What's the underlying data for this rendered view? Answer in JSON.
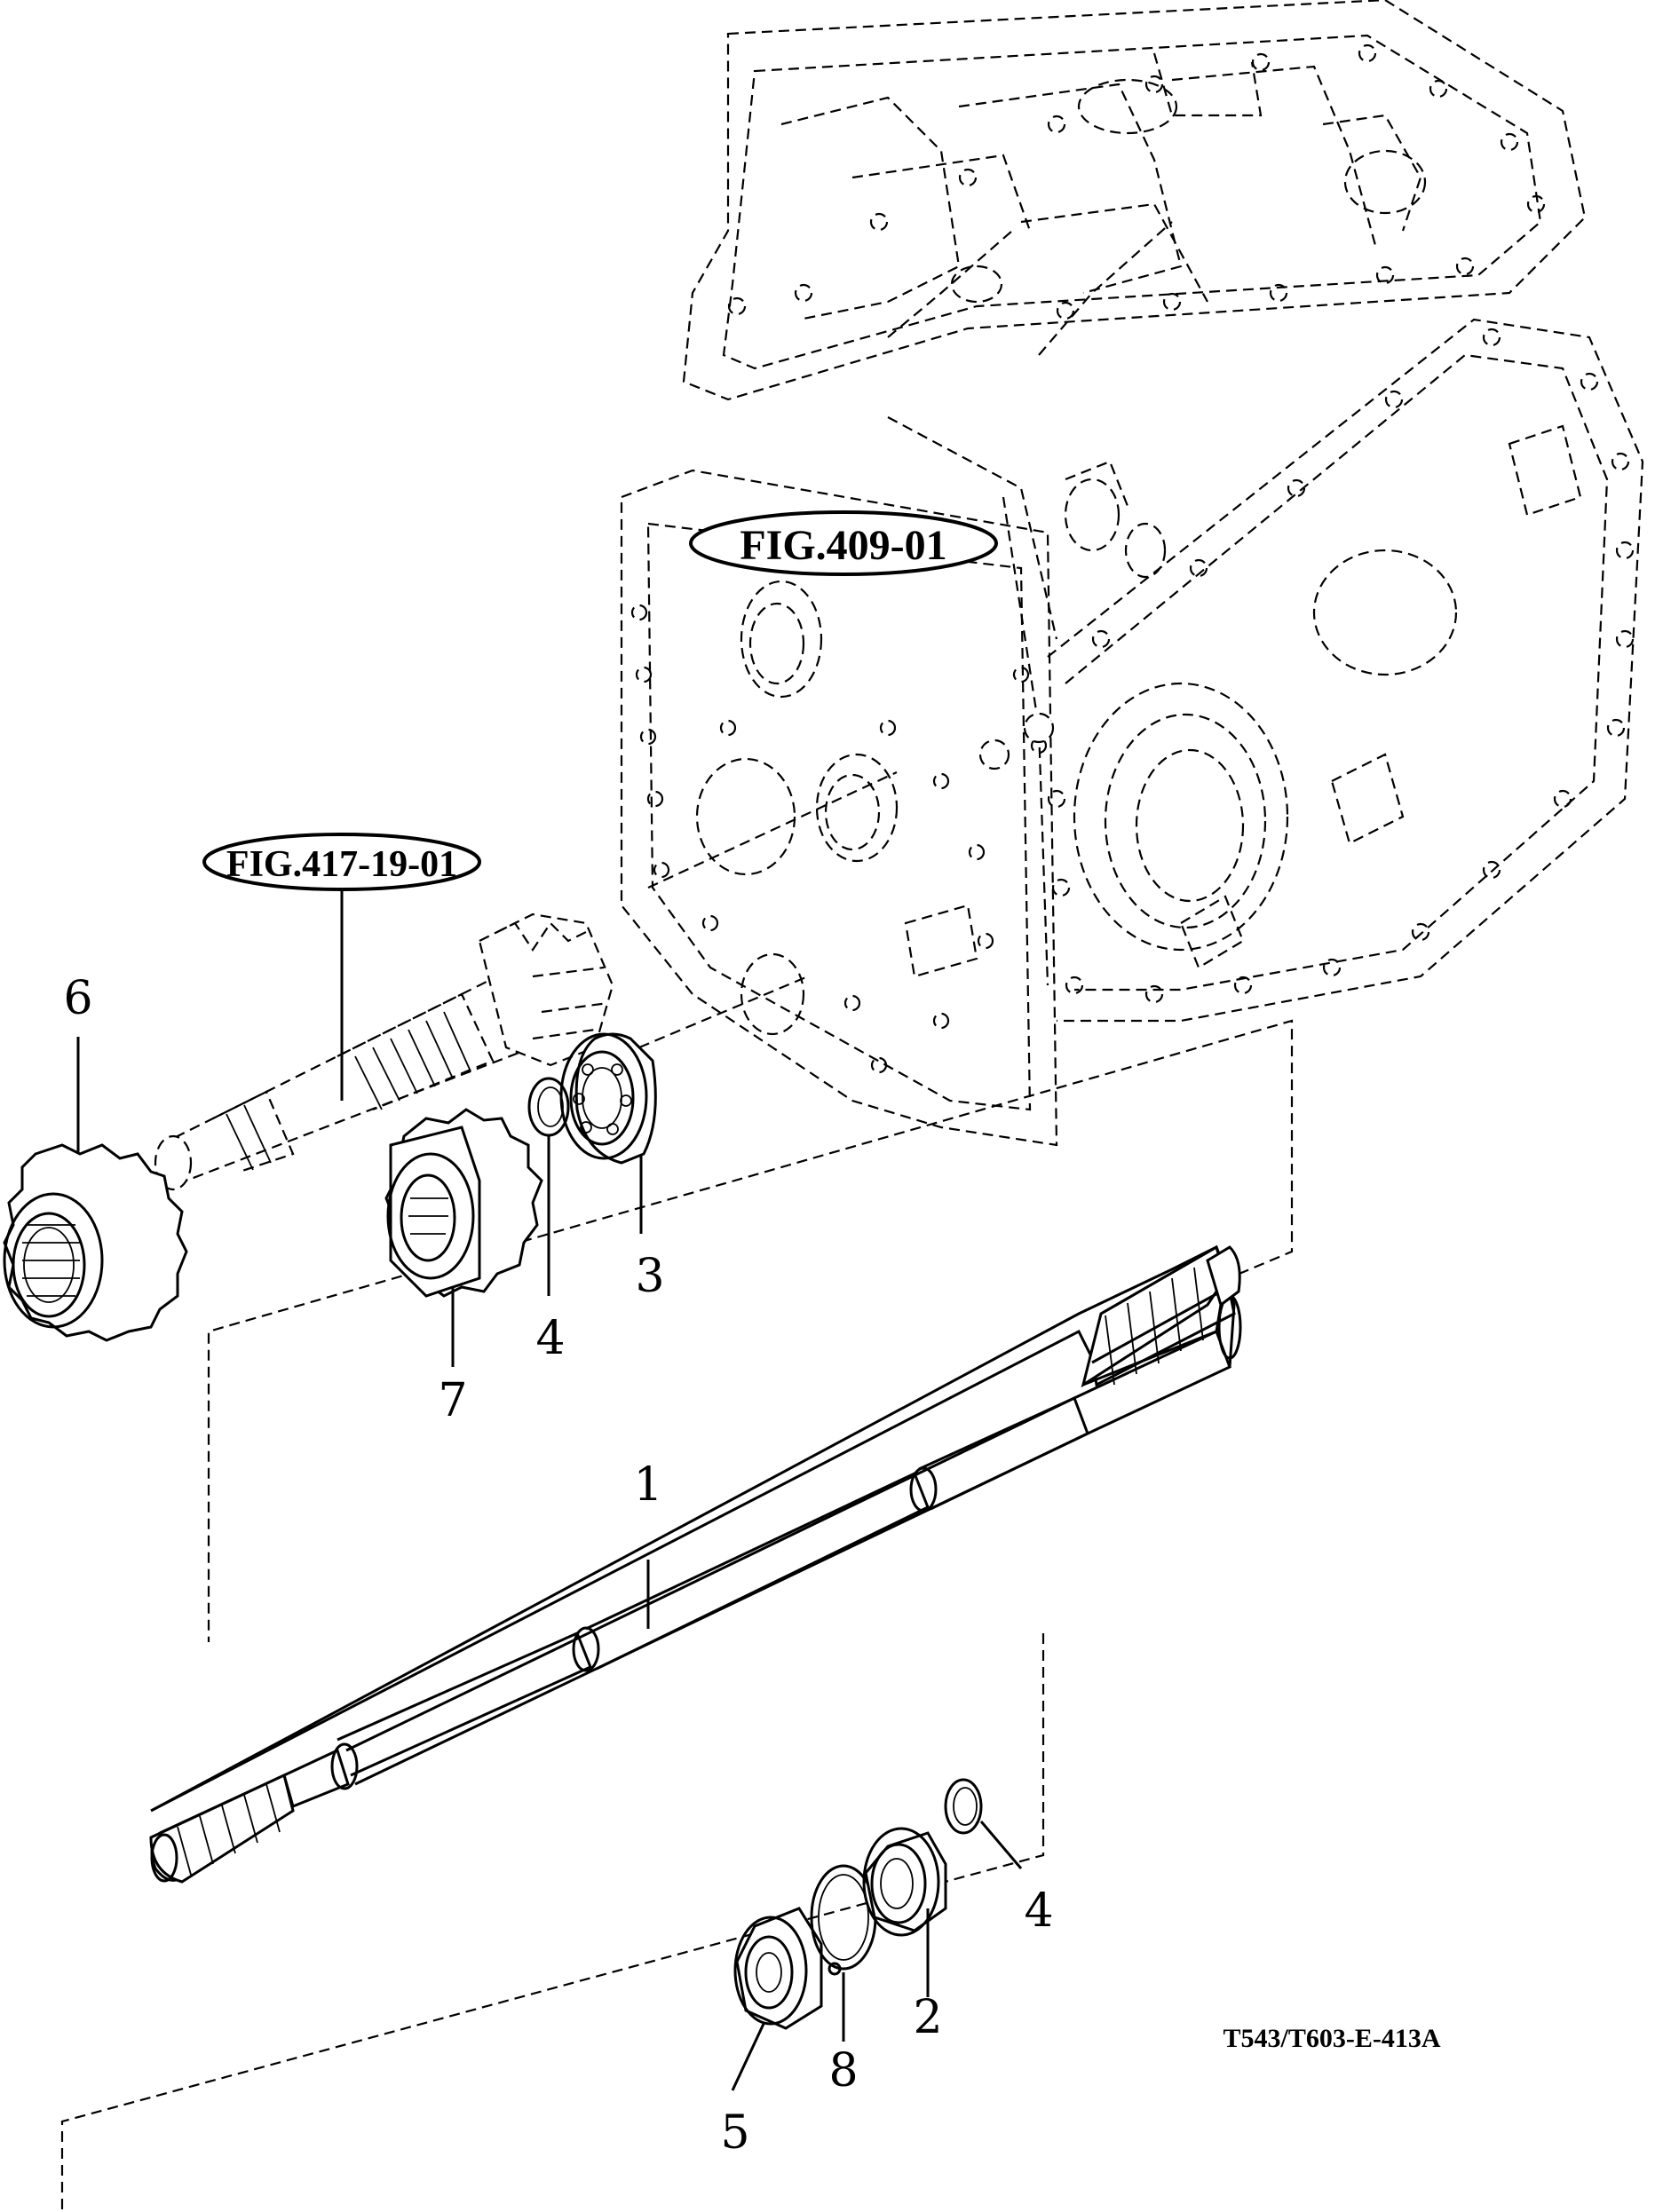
{
  "references": {
    "fig_409": "FIG.409-01",
    "fig_417": "FIG.417-19-01"
  },
  "drawing_code": "T543/T603-E-413A",
  "callouts": {
    "c1": "1",
    "c2": "2",
    "c3": "3",
    "c4a": "4",
    "c4b": "4",
    "c5": "5",
    "c6": "6",
    "c7": "7",
    "c8": "8"
  }
}
